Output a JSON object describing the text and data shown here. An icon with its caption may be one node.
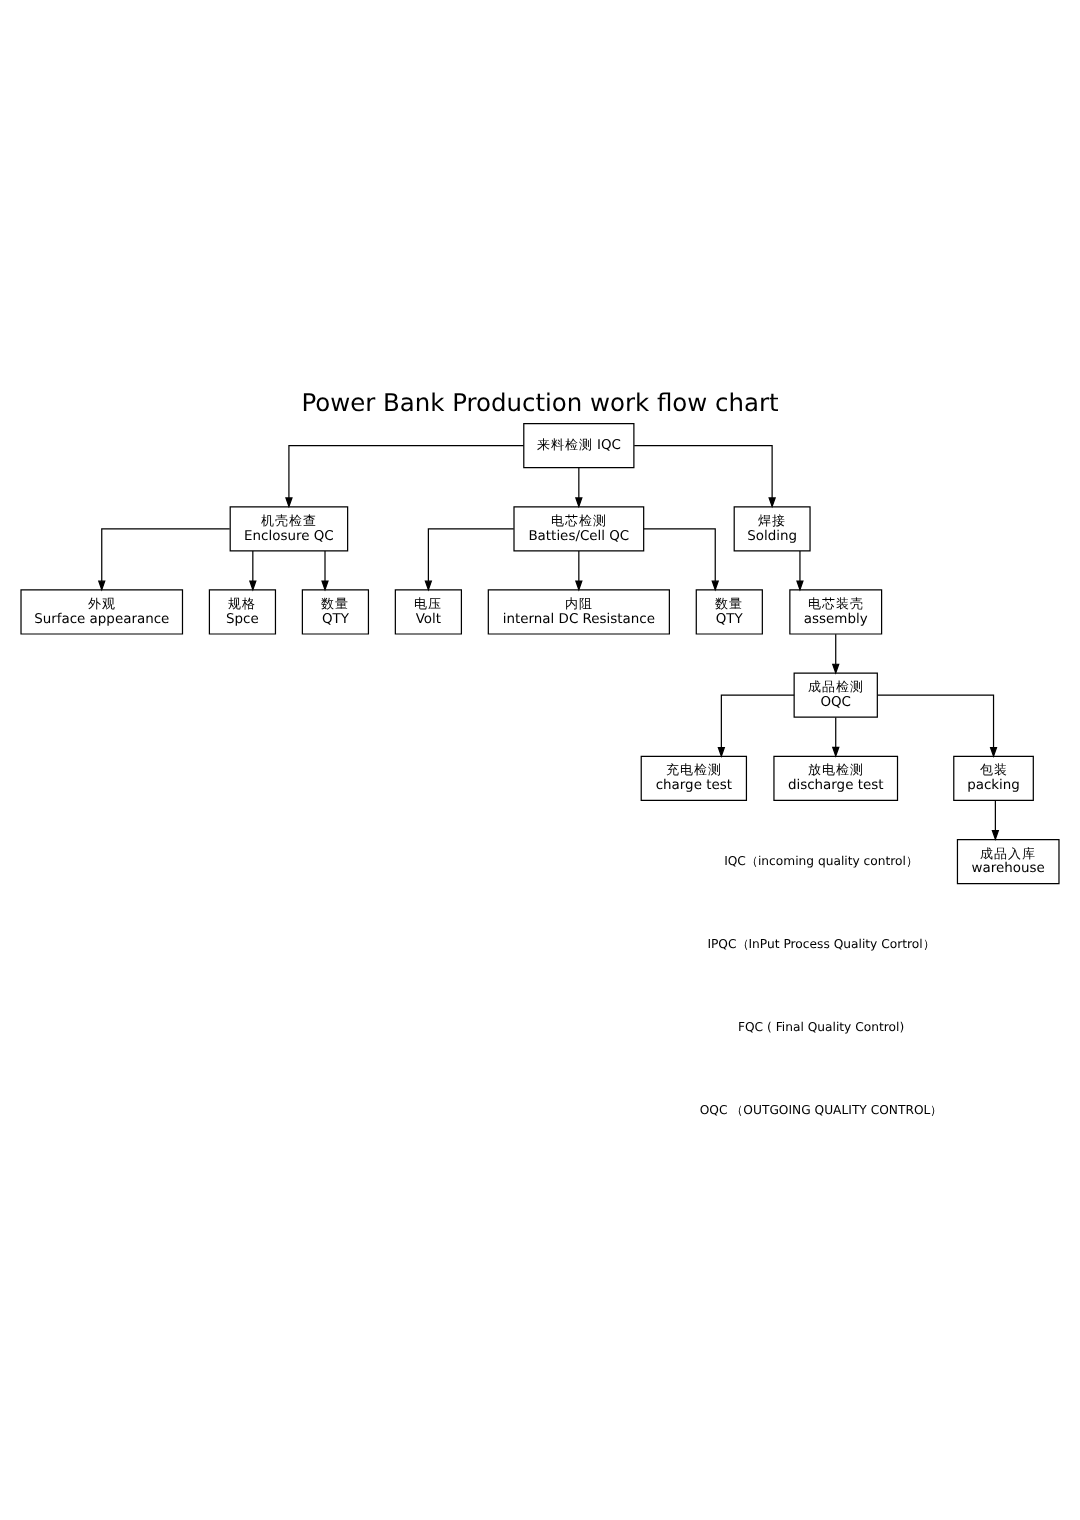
{
  "diagram": {
    "title": "Power Bank Production work flow chart",
    "nodes": [
      {
        "text": [
          "来料检测 IQC"
        ]
      },
      {
        "text": [
          "机壳检查",
          "Enclosure QC"
        ]
      },
      {
        "text": [
          "电芯检测",
          "Batties/Cell QC"
        ]
      },
      {
        "text": [
          "外观",
          "Surface appearance"
        ]
      },
      {
        "text": [
          "规格",
          "Spce"
        ]
      },
      {
        "text": [
          "数量",
          "QTY"
        ]
      },
      {
        "text": [
          "电压",
          "Volt"
        ]
      },
      {
        "text": [
          "内阻",
          "internal DC Resistance"
        ]
      },
      {
        "text": [
          "数量",
          "QTY"
        ]
      },
      {
        "text": [
          "焊接",
          "Solding"
        ]
      },
      {
        "text": [
          "电芯装壳",
          "assembly"
        ]
      },
      {
        "text": [
          "成品检测",
          "OQC"
        ]
      },
      {
        "text": [
          "充电检测",
          "charge test"
        ]
      },
      {
        "text": [
          "放电检测",
          "discharge test"
        ]
      },
      {
        "text": [
          "包装",
          "packing"
        ]
      },
      {
        "text": [
          "成品入库",
          "warehouse"
        ]
      }
    ],
    "edges": [
      {
        "from": 0,
        "to": 1,
        "arrow": "to"
      },
      {
        "from": 0,
        "to": 2,
        "arrow": "to"
      },
      {
        "from": 0,
        "to": 9,
        "arrow": "to"
      },
      {
        "from": 1,
        "to": 3,
        "arrow": "to"
      },
      {
        "from": 1,
        "to": 4,
        "arrow": "to"
      },
      {
        "from": 1,
        "to": 5,
        "arrow": "to"
      },
      {
        "from": 2,
        "to": 6,
        "arrow": "to"
      },
      {
        "from": 2,
        "to": 7,
        "arrow": "to"
      },
      {
        "from": 2,
        "to": 8,
        "arrow": "to"
      },
      {
        "from": 9,
        "to": 10,
        "arrow": "to"
      },
      {
        "from": 10,
        "to": 11,
        "arrow": "to"
      },
      {
        "from": 11,
        "to": 12,
        "arrow": "to"
      },
      {
        "from": 11,
        "to": 13,
        "arrow": "to"
      },
      {
        "from": 11,
        "to": 14,
        "arrow": "to"
      },
      {
        "from": 14,
        "to": 15,
        "arrow": "to"
      }
    ],
    "labels": [
      "IQC（incoming quality control）",
      "IPQC（InPut Process Quality Cortrol）",
      "FQC ( Final Quality Control)",
      "OQC （OUTGOING QUALITY CONTROL）"
    ]
  }
}
